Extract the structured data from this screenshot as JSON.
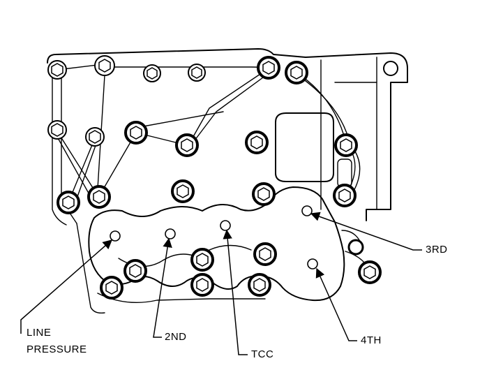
{
  "labels": {
    "line": "LINE",
    "pressure": "PRESSURE",
    "second": "2ND",
    "tcc": "TCC",
    "fourth": "4TH",
    "third": "3RD"
  },
  "colors": {
    "ink": "#000000",
    "paper": "#ffffff"
  }
}
